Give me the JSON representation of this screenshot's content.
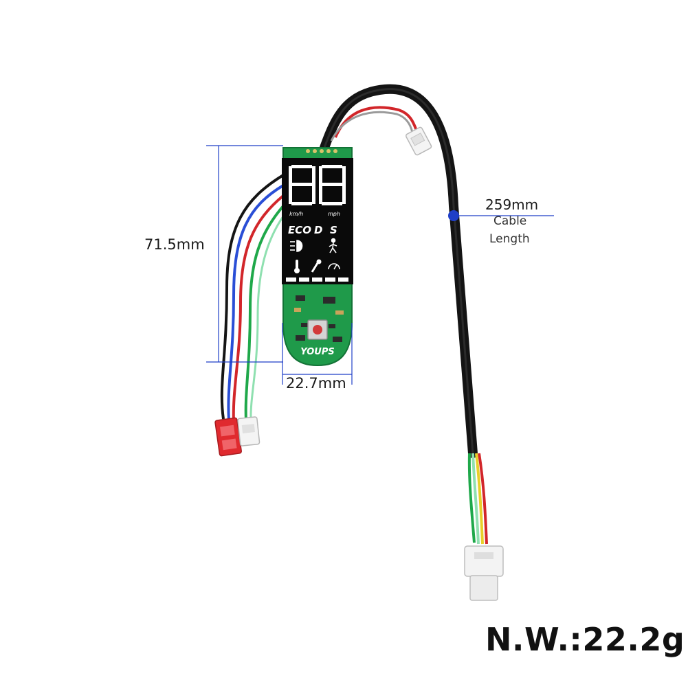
{
  "image": {
    "subject": "scooter-dashboard-display-board-with-cables"
  },
  "dimensions": {
    "height": "71.5mm",
    "width": "22.7mm",
    "cable_length_value": "259mm",
    "cable_length_line1": "Cable",
    "cable_length_line2": "Length"
  },
  "display": {
    "speed_digits": "88",
    "unit_left": "km/h",
    "unit_right": "mph",
    "modes": [
      "ECO",
      "D",
      "S"
    ],
    "brand": "YOUPS"
  },
  "weight_label": "N.W.:22.2g",
  "colors": {
    "pcb_green": "#1f9a4a",
    "display_black": "#0a0a0a",
    "dimension_blue": "#1f3fc7",
    "cable_black": "#141414"
  }
}
